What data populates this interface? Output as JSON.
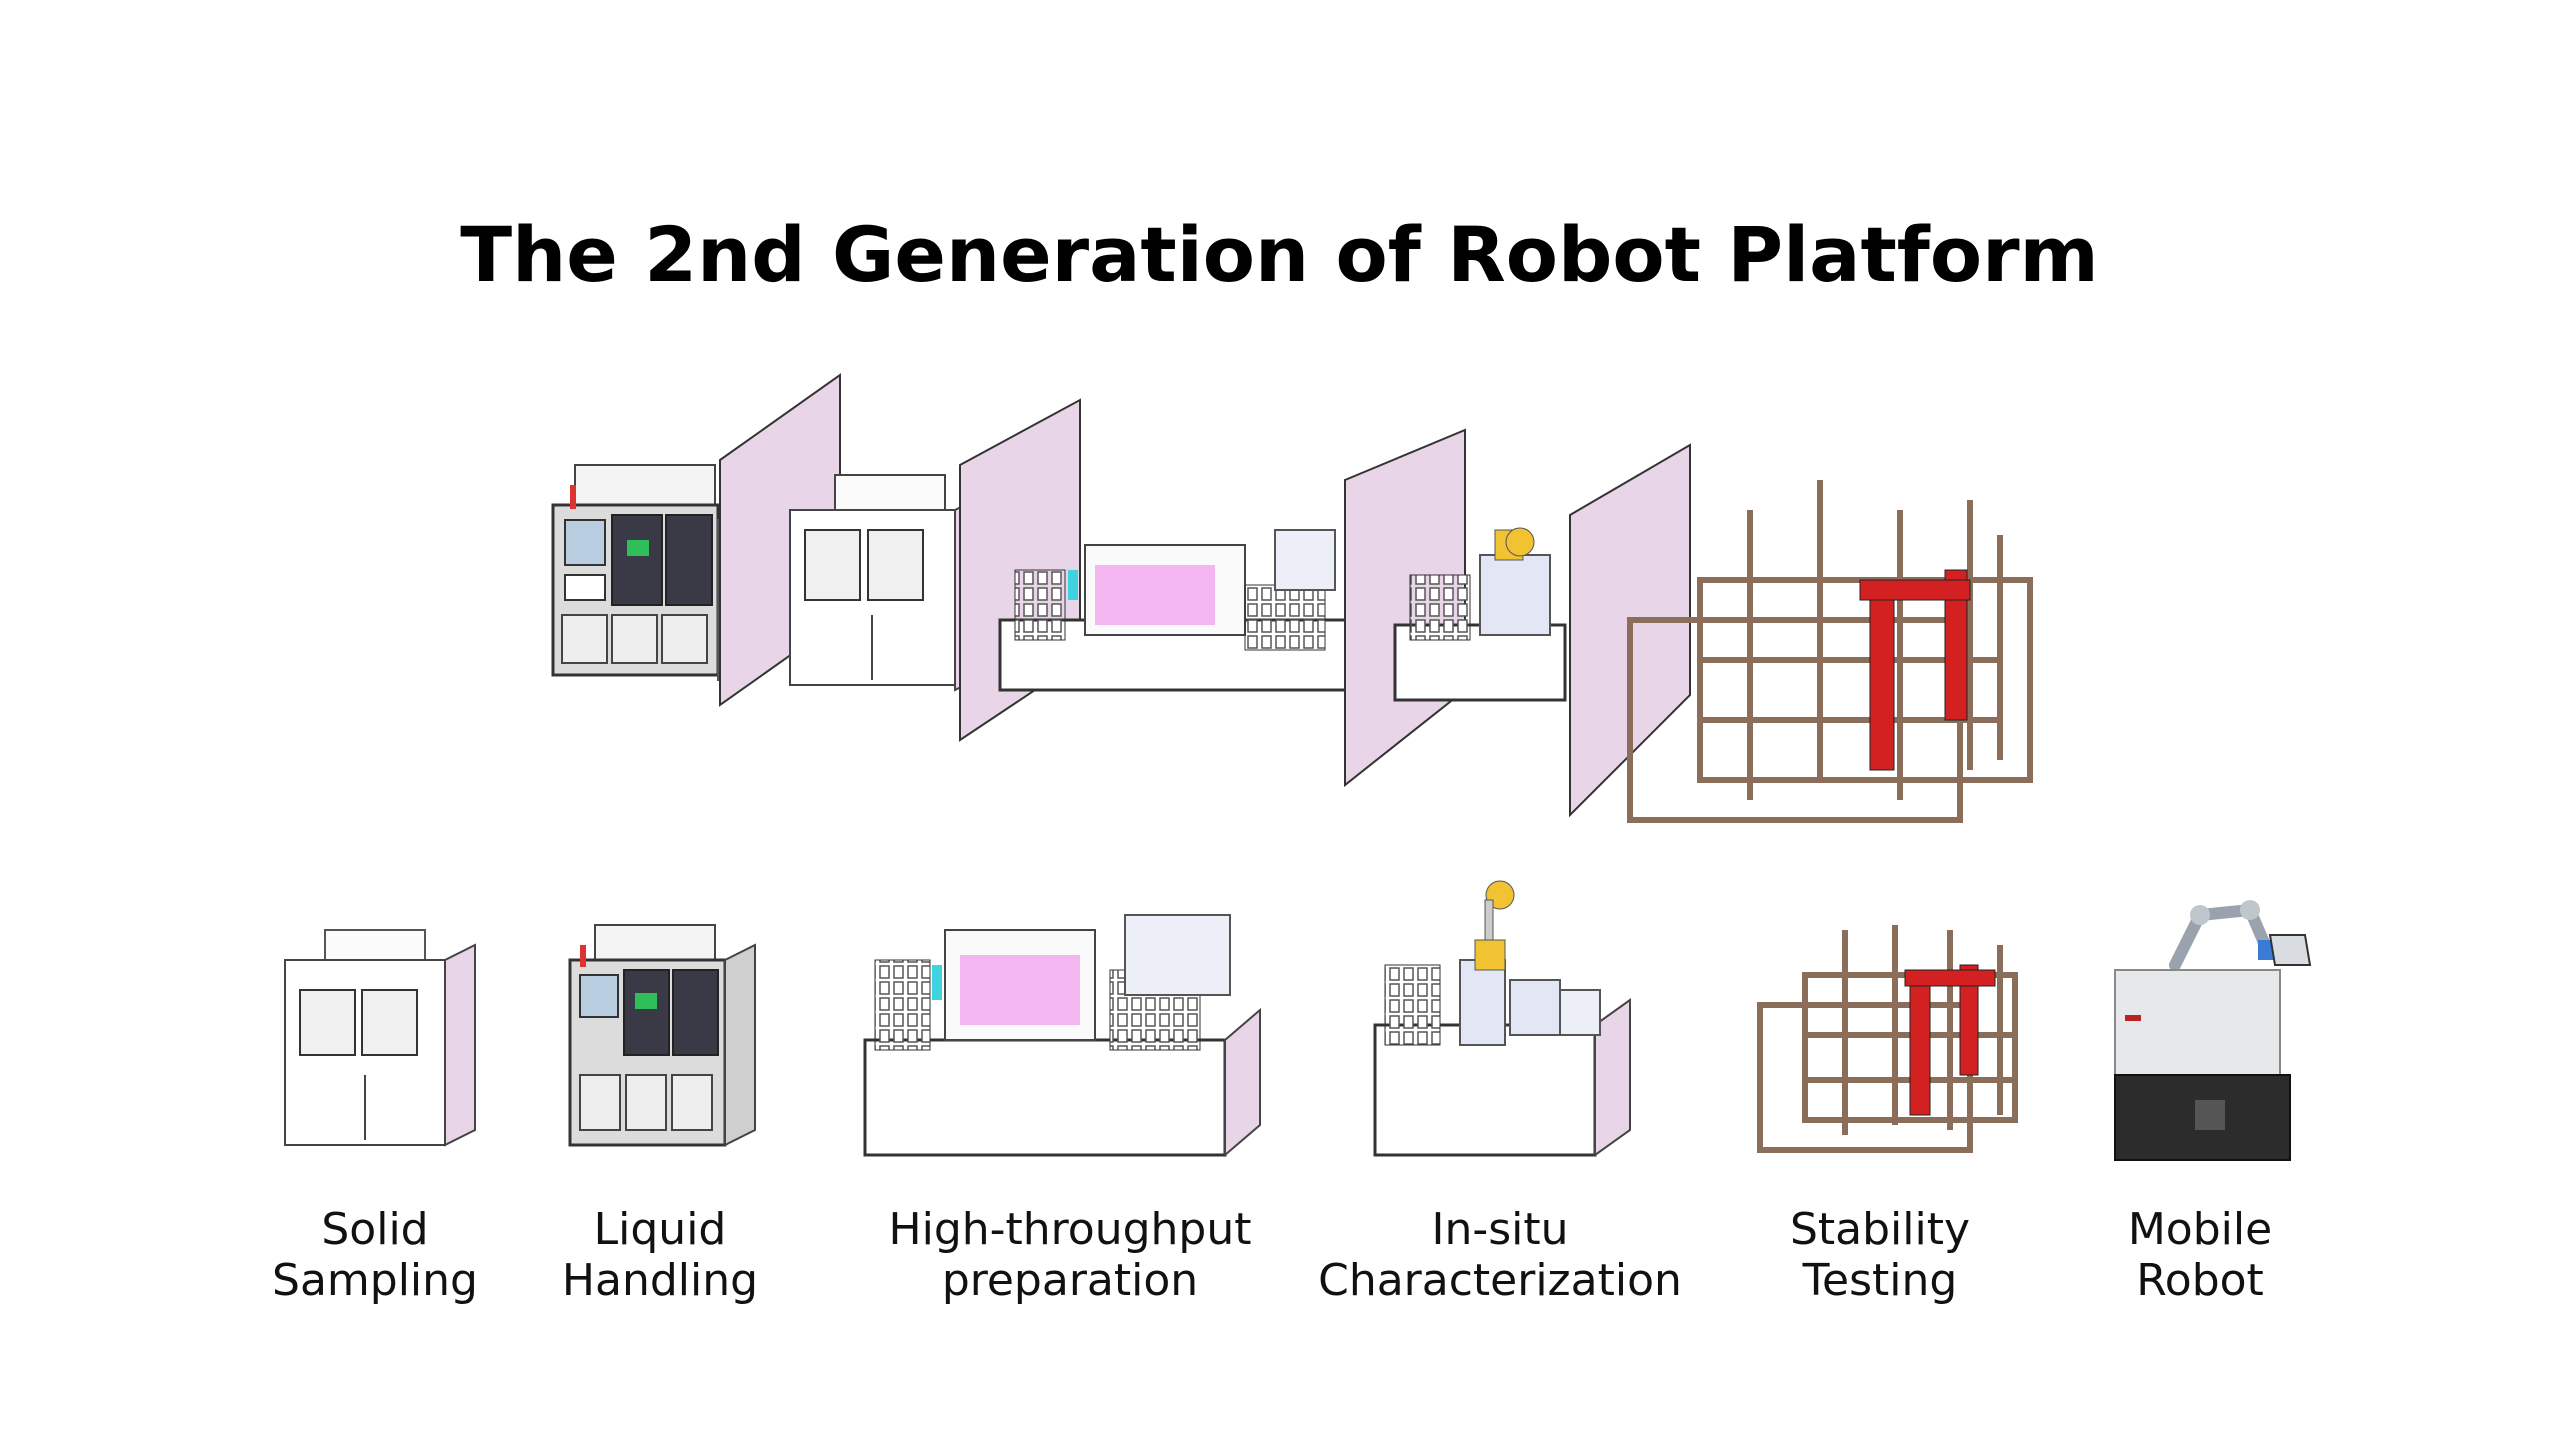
{
  "title": "The 2nd Generation of Robot Platform",
  "modules": [
    {
      "name": "solid-sampling",
      "line1": "Solid",
      "line2": "Sampling"
    },
    {
      "name": "liquid-handling",
      "line1": "Liquid",
      "line2": "Handling"
    },
    {
      "name": "high-throughput-preparation",
      "line1": "High-throughput",
      "line2": "preparation"
    },
    {
      "name": "in-situ-characterization",
      "line1": "In-situ",
      "line2": "Characterization"
    },
    {
      "name": "stability-testing",
      "line1": "Stability",
      "line2": "Testing"
    },
    {
      "name": "mobile-robot",
      "line1": "Mobile",
      "line2": "Robot"
    }
  ],
  "colors": {
    "partition": "#e8d6e8",
    "screen": "#f3b6f0",
    "frame": "#8a6e5a",
    "gantry": "#d32020",
    "cyan": "#3fd3e0",
    "cart": "#2c2c2c"
  }
}
